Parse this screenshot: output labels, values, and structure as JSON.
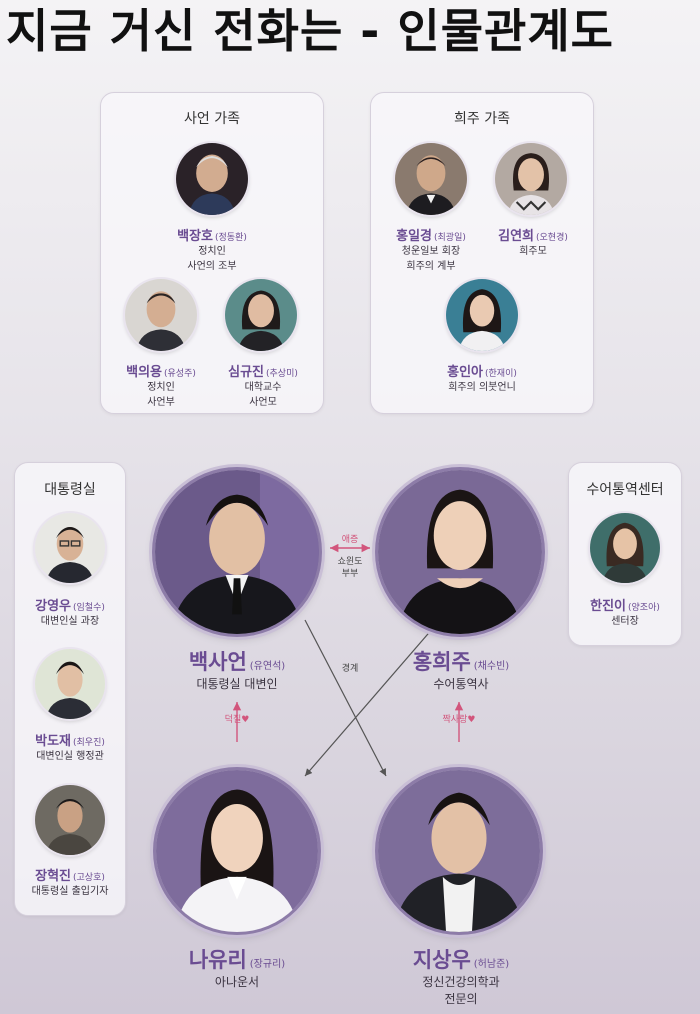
{
  "title": "지금 거신 전화는 - 인물관계도",
  "colors": {
    "accent": "#6a4c92",
    "relation_pink": "#d2557c"
  },
  "saeon_family": {
    "title": "사언 가족",
    "members": [
      {
        "name": "백장호",
        "actor": "(정동환)",
        "role1": "정치인",
        "role2": "사언의 조부"
      },
      {
        "name": "백의용",
        "actor": "(유성주)",
        "role1": "정치인",
        "role2": "사언부"
      },
      {
        "name": "심규진",
        "actor": "(추상미)",
        "role1": "대학교수",
        "role2": "사언모"
      }
    ]
  },
  "heeju_family": {
    "title": "희주 가족",
    "members": [
      {
        "name": "홍일경",
        "actor": "(최광일)",
        "role1": "청운일보 회장",
        "role2": "희주의 계부"
      },
      {
        "name": "김연희",
        "actor": "(오현경)",
        "role1": "희주모",
        "role2": ""
      },
      {
        "name": "홍인아",
        "actor": "(한재이)",
        "role1": "희주의 의붓언니",
        "role2": ""
      }
    ]
  },
  "office": {
    "title": "대통령실",
    "members": [
      {
        "name": "강영우",
        "actor": "(임철수)",
        "role1": "대변인실 과장"
      },
      {
        "name": "박도재",
        "actor": "(최우진)",
        "role1": "대변인실 행정관"
      },
      {
        "name": "장혁진",
        "actor": "(고상호)",
        "role1": "대통령실 출입기자"
      }
    ]
  },
  "sign_center": {
    "title": "수어통역센터",
    "members": [
      {
        "name": "한진이",
        "actor": "(양조아)",
        "role1": "센터장"
      }
    ]
  },
  "main": [
    {
      "name": "백사언",
      "actor": "(유연석)",
      "role1": "대통령실 대변인",
      "role2": ""
    },
    {
      "name": "홍희주",
      "actor": "(채수빈)",
      "role1": "수어통역사",
      "role2": ""
    },
    {
      "name": "나유리",
      "actor": "(장규리)",
      "role1": "아나운서",
      "role2": ""
    },
    {
      "name": "지상우",
      "actor": "(허남준)",
      "role1": "정신건강의학과",
      "role2": "전문의"
    }
  ],
  "relations": {
    "marriage_tag": "애증",
    "marriage_line1": "쇼윈도",
    "marriage_line2": "부부",
    "caution": "경계",
    "yuri_to_saeon": "덕질♥",
    "sangwoo_to_heeju": "짝사랑♥"
  }
}
